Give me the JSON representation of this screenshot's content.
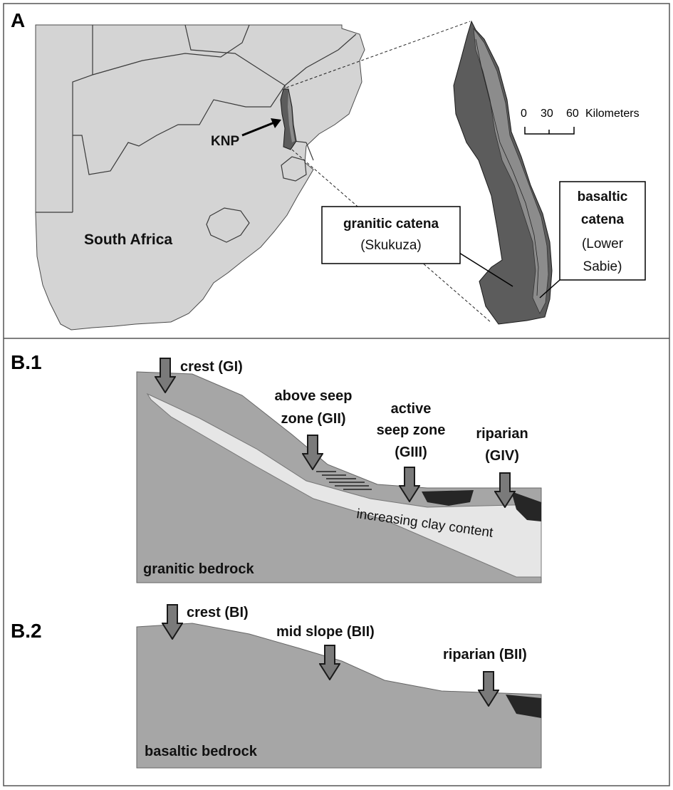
{
  "panel_a": {
    "label": "A",
    "knp_label": "KNP",
    "country_label": "South Africa",
    "scale": {
      "tick0": "0",
      "tick1": "30",
      "tick2": "60",
      "unit": "Kilometers"
    },
    "granitic_box": {
      "title": "granitic catena",
      "subtitle": "(Skukuza)"
    },
    "basaltic_box": {
      "title_line1": "basaltic",
      "title_line2": "catena",
      "sub_line1": "(Lower",
      "sub_line2": "Sabie)"
    }
  },
  "panel_b1": {
    "label": "B.1",
    "crest": "crest (GI)",
    "above_seep_line1": "above seep",
    "above_seep_line2": "zone (GII)",
    "active_seep_line1": "active",
    "active_seep_line2": "seep zone",
    "active_seep_line3": "(GIII)",
    "riparian_line1": "riparian",
    "riparian_line2": "(GIV)",
    "clay_label": "increasing clay content",
    "bedrock_label": "granitic bedrock"
  },
  "panel_b2": {
    "label": "B.2",
    "crest": "crest (BI)",
    "mid_slope": "mid slope (BII)",
    "riparian": "riparian (BII)",
    "bedrock_label": "basaltic bedrock"
  },
  "colors": {
    "land": "#d4d4d4",
    "knp_dark": "#5c5c5c",
    "knp_mid": "#8c8c8c",
    "soil": "#a6a6a6",
    "clay": "#e6e6e6",
    "dark_soil": "#262626",
    "arrow": "#7a7a7a"
  }
}
